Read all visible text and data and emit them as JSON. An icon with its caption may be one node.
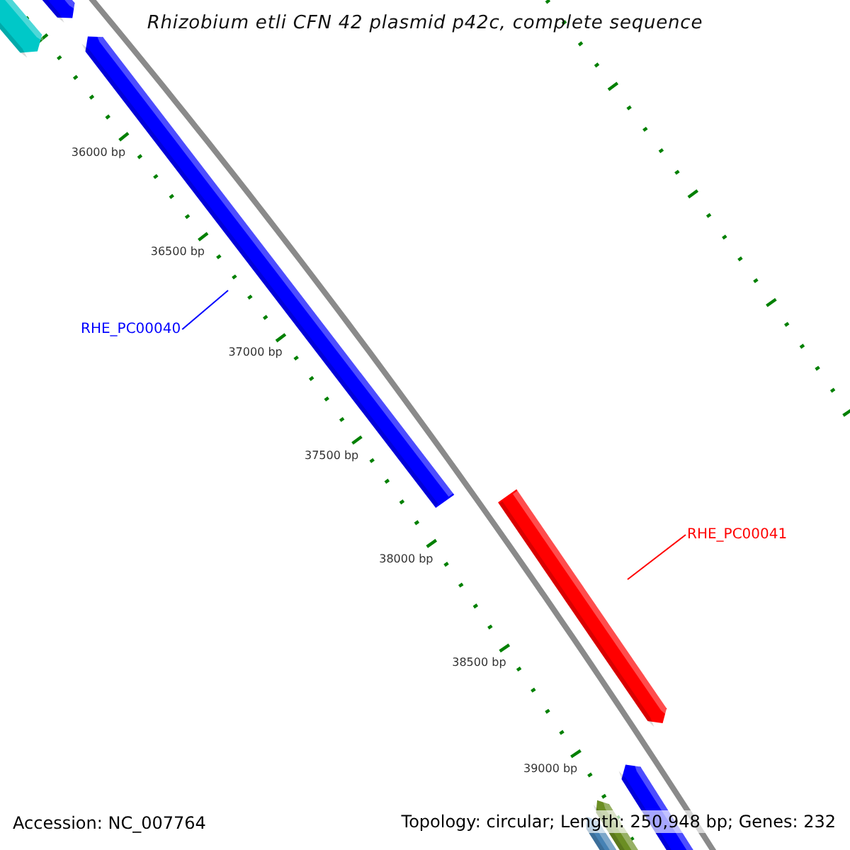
{
  "diagram": {
    "title": "Rhizobium etli CFN 42 plasmid p42c, complete sequence",
    "nodes": [
      {
        "text": [
          "RHE_PC00040"
        ]
      },
      {
        "text": [],
        "shape": "bar"
      },
      {
        "text": [
          "RHE_PC00041"
        ]
      },
      {
        "text": [],
        "shape": "bar"
      }
    ],
    "edges": [
      {
        "from": 0,
        "to": 1,
        "arrow": "none",
        "color": "#0000ff"
      },
      {
        "from": 2,
        "to": 3,
        "arrow": "none",
        "color": "#ff0000"
      }
    ],
    "labels": [
      "36000 bp",
      "36500 bp",
      "37000 bp",
      "37500 bp",
      "38000 bp",
      "38500 bp",
      "39000 bp",
      "Accession: NC_007764",
      "Topology: circular; Length: 250,948 bp; Genes: 232"
    ]
  }
}
